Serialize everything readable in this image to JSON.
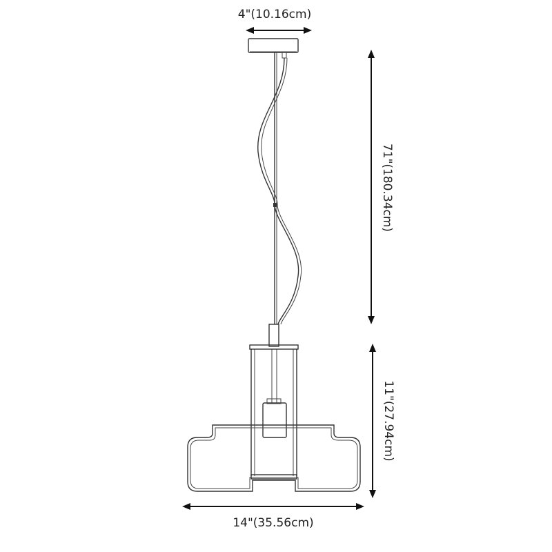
{
  "dimensions": {
    "canopy_width": "4\"(10.16cm)",
    "hanging_length": "71\"(180.34cm)",
    "shade_height": "11\"(27.94cm)",
    "shade_width": "14\"(35.56cm)"
  },
  "colors": {
    "line": "#333333",
    "arrow": "#111111",
    "background": "#ffffff"
  }
}
